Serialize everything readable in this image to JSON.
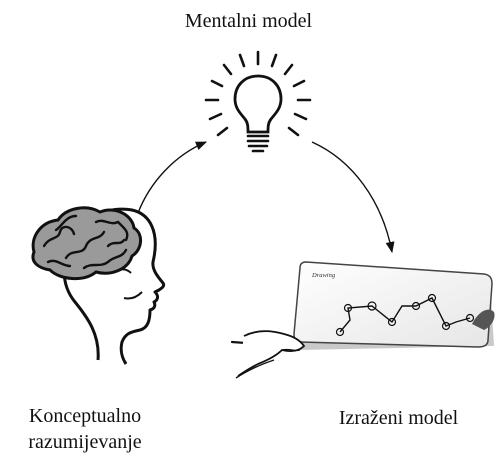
{
  "labels": {
    "mental_model": "Mentalni model",
    "conceptual_line1": "Konceptualno",
    "conceptual_line2": "razumijevanje",
    "expressed_model": "Izraženi model"
  },
  "sketch_card": {
    "header_text": "Drawing"
  },
  "icons": {
    "idea": "lightbulb-icon",
    "thinker": "head-with-brain-icon",
    "drawing": "hand-drawing-on-card-icon"
  }
}
